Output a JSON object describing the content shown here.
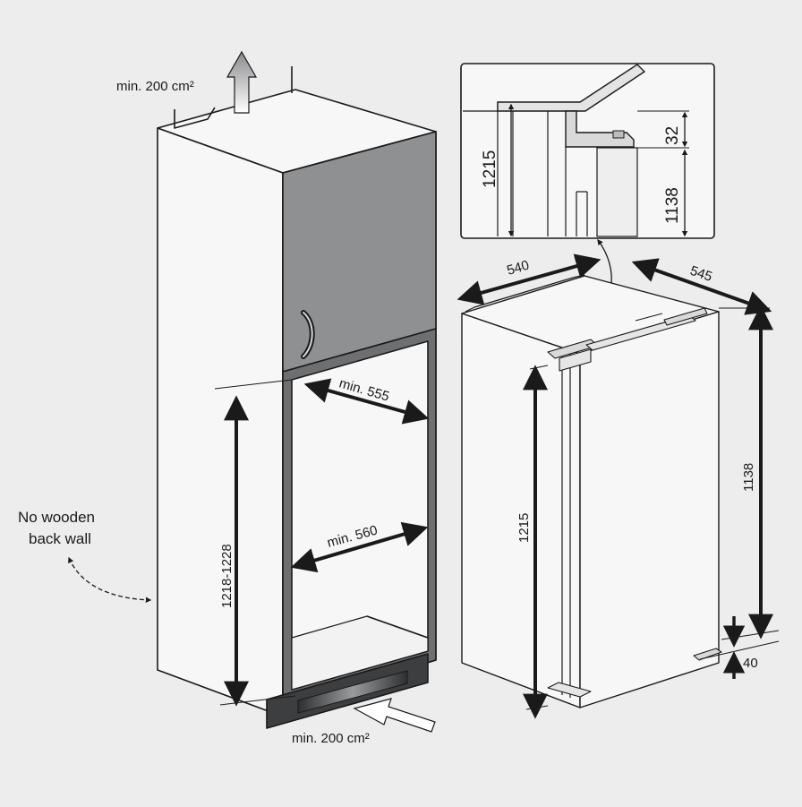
{
  "labels": {
    "vent_top": "min. 200 cm²",
    "vent_bottom": "min. 200 cm²",
    "no_wooden_line1": "No wooden",
    "no_wooden_line2": "back wall",
    "min_555": "min. 555",
    "min_560": "min. 560",
    "niche_height": "1218-1228"
  },
  "detail": {
    "height_total": "1215",
    "gap": "32",
    "height_hinge": "1138"
  },
  "appliance": {
    "width": "540",
    "depth": "545",
    "height_total": "1215",
    "height_hinge": "1138",
    "foot": "40"
  },
  "colors": {
    "background": "#ededed",
    "cabinet_face": "#f7f7f7",
    "door_panel": "#8f9092",
    "niche_frame": "#6e6f71",
    "vent_grille": "#3d3e40",
    "line": "#1a1a1a"
  }
}
